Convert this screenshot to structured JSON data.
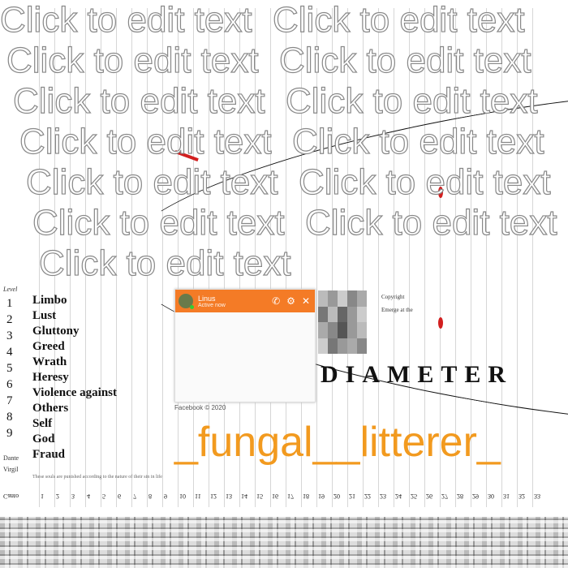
{
  "levels": {
    "header": "Level",
    "items": [
      "1",
      "2",
      "3",
      "4",
      "5",
      "6",
      "7",
      "8",
      "9"
    ]
  },
  "circles": [
    "Limbo",
    "Lust",
    "Gluttony",
    "Greed",
    "Wrath",
    "Heresy",
    "Violence against",
    "Others",
    "Self",
    "God",
    "Fraud"
  ],
  "circle_description": "These souls are punished according to the nature of their sin in life",
  "canto_row": {
    "label": "Canto",
    "numbers": [
      "1",
      "2",
      "3",
      "4",
      "5",
      "6",
      "7",
      "8",
      "9",
      "10",
      "11",
      "12",
      "13",
      "14",
      "15",
      "16",
      "17",
      "18",
      "19",
      "20",
      "21",
      "22",
      "23",
      "24",
      "25",
      "26",
      "27",
      "28",
      "29",
      "30",
      "31",
      "32",
      "33"
    ]
  },
  "corner_labels": {
    "dante": "Dante",
    "virgil": "Virgil"
  },
  "right_notes": {
    "copyright": "Copyright",
    "emerge": "Emerge at the"
  },
  "chat": {
    "footer_label": "Facebook © 2020",
    "contact_name": "Linus",
    "status": "Active now",
    "icons": [
      "phone-icon",
      "gear-icon",
      "close-icon"
    ],
    "accent": "#f47b26"
  },
  "overlay_labels": [
    "Click to edit text",
    "Click to edit text",
    "Click to edit text",
    "Click to edit text",
    "Click to edit text",
    "Click to edit text",
    "Click to edit text",
    "Click to edit text",
    "Click to edit text",
    "Click to edit text",
    "Click to edit text",
    "Click to edit text",
    "Click to edit text"
  ],
  "username": "_fungal__litterer_",
  "title": "DIAMETER",
  "colors": {
    "username": "#f29a1f",
    "highlight": "#d21f1f"
  }
}
